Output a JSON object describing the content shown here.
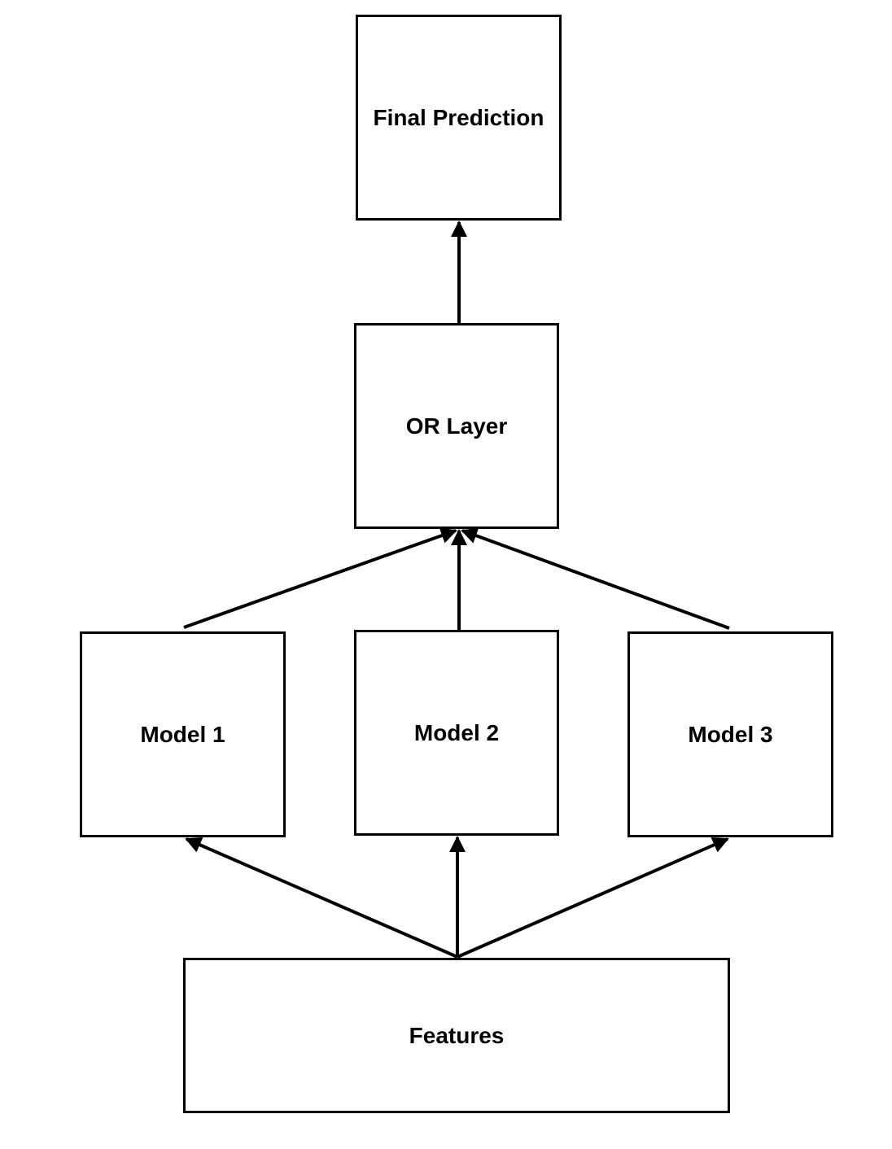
{
  "diagram": {
    "nodes": {
      "final_prediction": {
        "label": "Final Prediction"
      },
      "or_layer": {
        "label": "OR Layer"
      },
      "model_1": {
        "label": "Model 1"
      },
      "model_2": {
        "label": "Model 2"
      },
      "model_3": {
        "label": "Model 3"
      },
      "features": {
        "label": "Features"
      }
    },
    "edges": [
      {
        "from": "features",
        "to": "model_1"
      },
      {
        "from": "features",
        "to": "model_2"
      },
      {
        "from": "features",
        "to": "model_3"
      },
      {
        "from": "model_1",
        "to": "or_layer"
      },
      {
        "from": "model_2",
        "to": "or_layer"
      },
      {
        "from": "model_3",
        "to": "or_layer"
      },
      {
        "from": "or_layer",
        "to": "final_prediction"
      }
    ],
    "colors": {
      "stroke": "#000000",
      "background": "#ffffff",
      "text": "#000000"
    }
  }
}
